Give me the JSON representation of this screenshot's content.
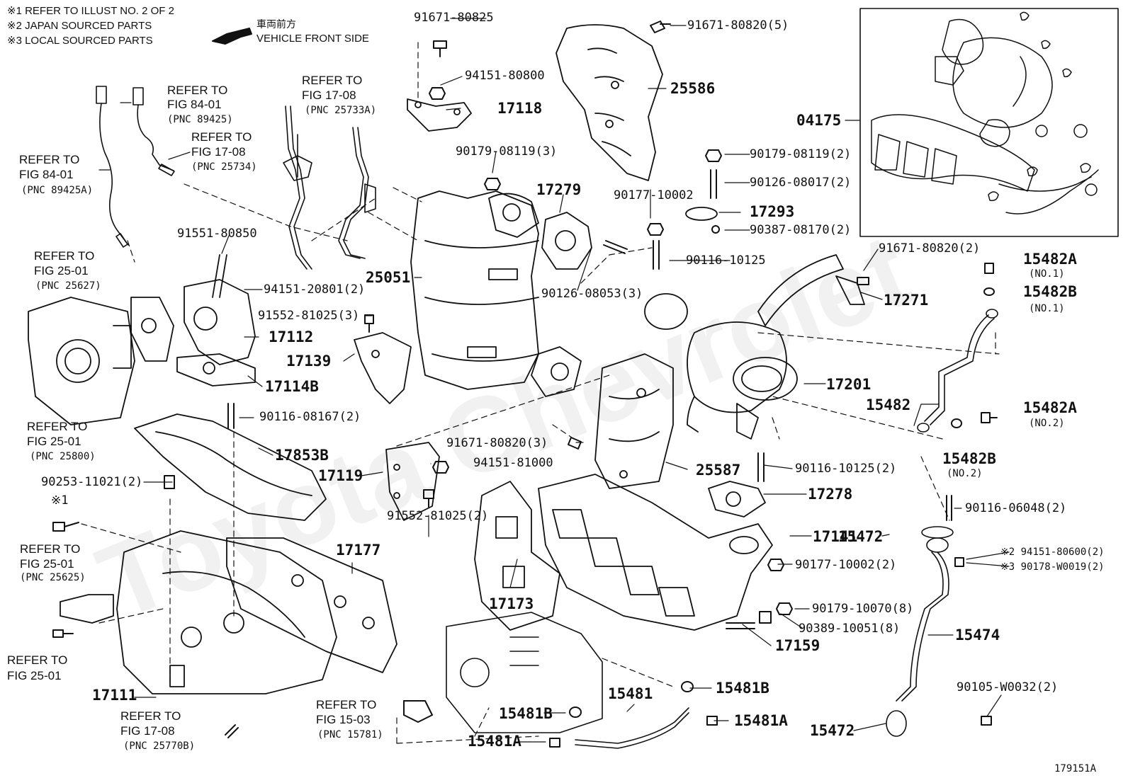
{
  "header": {
    "note1": "※1 REFER TO ILLUST NO. 2 OF 2",
    "note2": "※2 JAPAN SOURCED PARTS",
    "note3": "※3 LOCAL SOURCED PARTS",
    "front_jp": "車両前方",
    "front_en": "VEHICLE FRONT SIDE"
  },
  "watermark": "Toyota Chevrolet",
  "figure_id": "179151A",
  "labels": {
    "p9167180825": "91671-80825",
    "p9415180800": "94151-80800",
    "p17118": "17118",
    "p9167180820_5": "91671-80820(5)",
    "p25586": "25586",
    "p04175": "04175",
    "ref8401a_1": "REFER TO",
    "ref8401a_2": "FIG 84-01",
    "ref8401a_3": "(PNC 89425)",
    "ref1708a_1": "REFER TO",
    "ref1708a_2": "FIG 17-08",
    "ref1708a_3": "(PNC 25733A)",
    "ref1708b_1": "REFER TO",
    "ref1708b_2": "FIG 17-08",
    "ref1708b_3": "(PNC 25734)",
    "ref8401b_1": "REFER TO",
    "ref8401b_2": "FIG 84-01",
    "ref8401b_3": "(PNC 89425A)",
    "p90179_08119_3": "90179-08119(3)",
    "p17279": "17279",
    "p90177_10002": "90177-10002",
    "p90179_08119_2": "90179-08119(2)",
    "p90126_08017_2": "90126-08017(2)",
    "p17293": "17293",
    "p90387_08170_2": "90387-08170(2)",
    "p91551_80850": "91551-80850",
    "ref2501a_1": "REFER TO",
    "ref2501a_2": "FIG 25-01",
    "ref2501a_3": "(PNC 25627)",
    "p25051": "25051",
    "p94151_20801_2": "94151-20801(2)",
    "p91552_81025_3": "91552-81025(3)",
    "p17112": "17112",
    "p90116_10125": "90116-10125",
    "p90126_08053_3": "90126-08053(3)",
    "p91671_80820_2": "91671-80820(2)",
    "p15482A_1": "15482A",
    "no1a": "(NO.1)",
    "p15482B_1": "15482B",
    "no1b": "(NO.1)",
    "p17271": "17271",
    "p17139": "17139",
    "p17114B": "17114B",
    "p17201": "17201",
    "p15482": "15482",
    "p15482A_2": "15482A",
    "no2a": "(NO.2)",
    "p15482B_2": "15482B",
    "no2b": "(NO.2)",
    "ref2501b_1": "REFER TO",
    "ref2501b_2": "FIG 25-01",
    "ref2501b_3": "(PNC 25800)",
    "p90116_08167_2": "90116-08167(2)",
    "p91671_80820_3": "91671-80820(3)",
    "p94151_81000": "94151-81000",
    "p17853B": "17853B",
    "p17119": "17119",
    "p25587": "25587",
    "p90116_10125_2": "90116-10125(2)",
    "p17278": "17278",
    "p90253_11021_2": "90253-11021(2)",
    "star1": "※1",
    "p90116_06048_2": "90116-06048(2)",
    "p91552_81025_2": "91552-81025(2)",
    "p15472_a": "15472",
    "p17141": "17141",
    "p94151_80600_2": "※2 94151-80600(2)",
    "p90178_W0019_2": "※3 90178-W0019(2)",
    "ref2501c_1": "REFER TO",
    "ref2501c_2": "FIG 25-01",
    "ref2501c_3": "(PNC 25625)",
    "p17177": "17177",
    "p90177_10002_2": "90177-10002(2)",
    "p17173": "17173",
    "p90179_10070_8": "90179-10070(8)",
    "p90389_10051_8": "90389-10051(8)",
    "p15474": "15474",
    "ref2501d_1": "REFER TO",
    "ref2501d_2": "FIG 25-01",
    "p17159": "17159",
    "p15481B_a": "15481B",
    "p15481": "15481",
    "p17111": "17111",
    "p90105_W0032_2": "90105-W0032(2)",
    "ref1503_1": "REFER TO",
    "ref1503_2": "FIG 15-03",
    "ref1503_3": "(PNC 15781)",
    "p15481B_b": "15481B",
    "p15481A_a": "15481A",
    "ref1708c_1": "REFER TO",
    "ref1708c_2": "FIG 17-08",
    "ref1708c_3": "(PNC 25770B)",
    "p15472_b": "15472",
    "p15481A_b": "15481A"
  }
}
